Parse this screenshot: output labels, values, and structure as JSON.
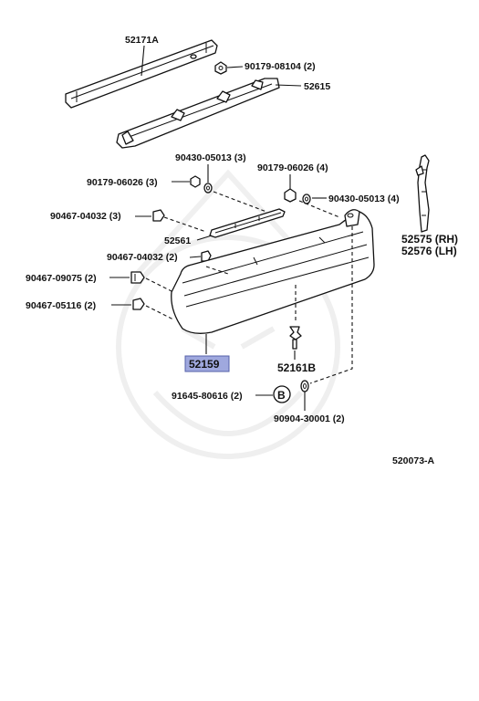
{
  "diagram": {
    "labels": {
      "p52171A": "52171A",
      "p90179_08104": "90179-08104 (2)",
      "p52615": "52615",
      "p90430_05013_3": "90430-05013 (3)",
      "p90179_06026_3": "90179-06026 (3)",
      "p90179_06026_4": "90179-06026 (4)",
      "p90430_05013_4": "90430-05013 (4)",
      "p90467_04032_3": "90467-04032 (3)",
      "p52561": "52561",
      "p90467_04032_2": "90467-04032 (2)",
      "p90467_09075": "90467-09075 (2)",
      "p90467_05116": "90467-05116 (2)",
      "p52575": "52575 (RH)",
      "p52576": "52576 (LH)",
      "p52159": "52159",
      "p52161B": "52161B",
      "p91645_80616": "91645-80616 (2)",
      "circleB": "B",
      "p90904_30001": "90904-30001 (2)",
      "ref": "520073-A"
    },
    "highlight_color": "#9fa8de"
  }
}
